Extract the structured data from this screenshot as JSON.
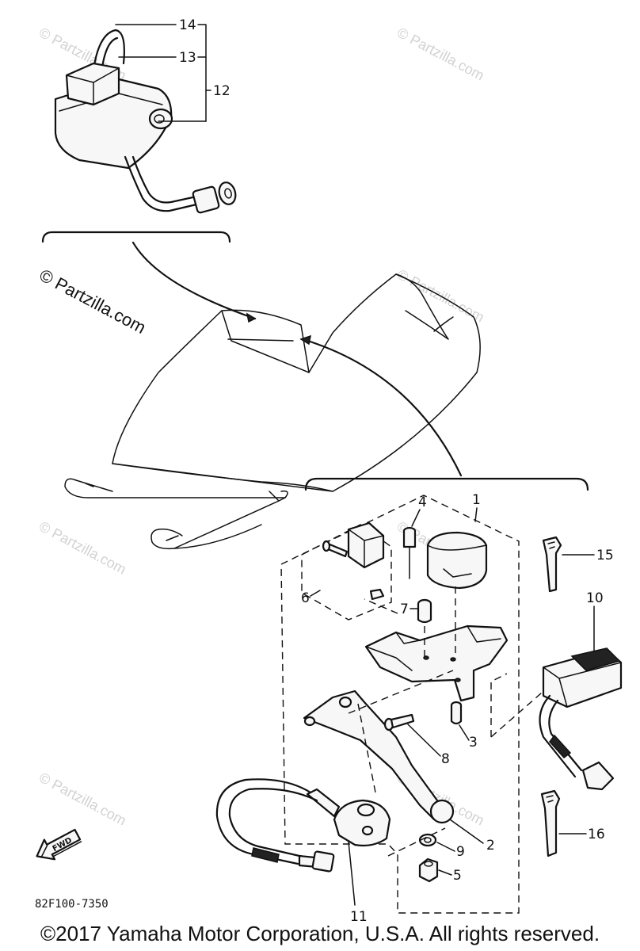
{
  "watermark": {
    "text": "© Partzilla.com"
  },
  "callouts": {
    "c1": "1",
    "c2": "2",
    "c3": "3",
    "c4": "4",
    "c5": "5",
    "c6": "6",
    "c7": "7",
    "c8": "8",
    "c9": "9",
    "c10": "10",
    "c11": "11",
    "c12": "12",
    "c13": "13",
    "c14": "14",
    "c15": "15",
    "c16": "16"
  },
  "fwd_label": "FWD",
  "part_number": "82F100-7350",
  "copyright": "©2017  Yamaha Motor Corporation, U.S.A. All rights reserved.",
  "colors": {
    "ink": "#111111",
    "watermark": "#d2d2d2",
    "background": "#ffffff"
  }
}
